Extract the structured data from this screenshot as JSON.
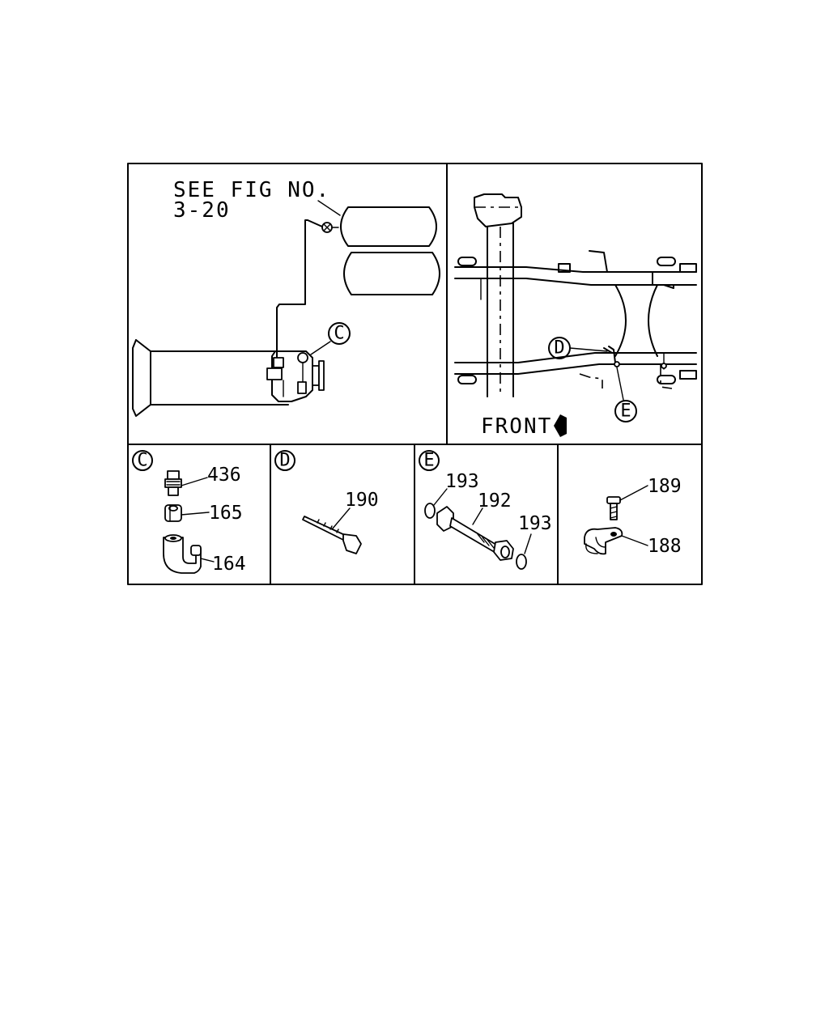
{
  "reference_note": {
    "line1": "SEE FIG NO.",
    "line2": "3-20"
  },
  "front_label": "FRONT",
  "callouts": {
    "c": "C",
    "d": "D",
    "e": "E"
  },
  "part_numbers": {
    "p436": "436",
    "p165": "165",
    "p164": "164",
    "p190": "190",
    "p193a": "193",
    "p192": "192",
    "p193b": "193",
    "p189": "189",
    "p188": "188"
  },
  "detail_panels": [
    {
      "id": "detail-c",
      "letter": "C",
      "parts": [
        "436",
        "165",
        "164"
      ]
    },
    {
      "id": "detail-d",
      "letter": "D",
      "parts": [
        "190"
      ]
    },
    {
      "id": "detail-e",
      "letter": "E",
      "parts": [
        "193",
        "192",
        "193"
      ]
    },
    {
      "id": "detail-clip",
      "letter": "",
      "parts": [
        "189",
        "188"
      ]
    }
  ],
  "colors": {
    "ink": "#000000",
    "paper": "#ffffff"
  }
}
